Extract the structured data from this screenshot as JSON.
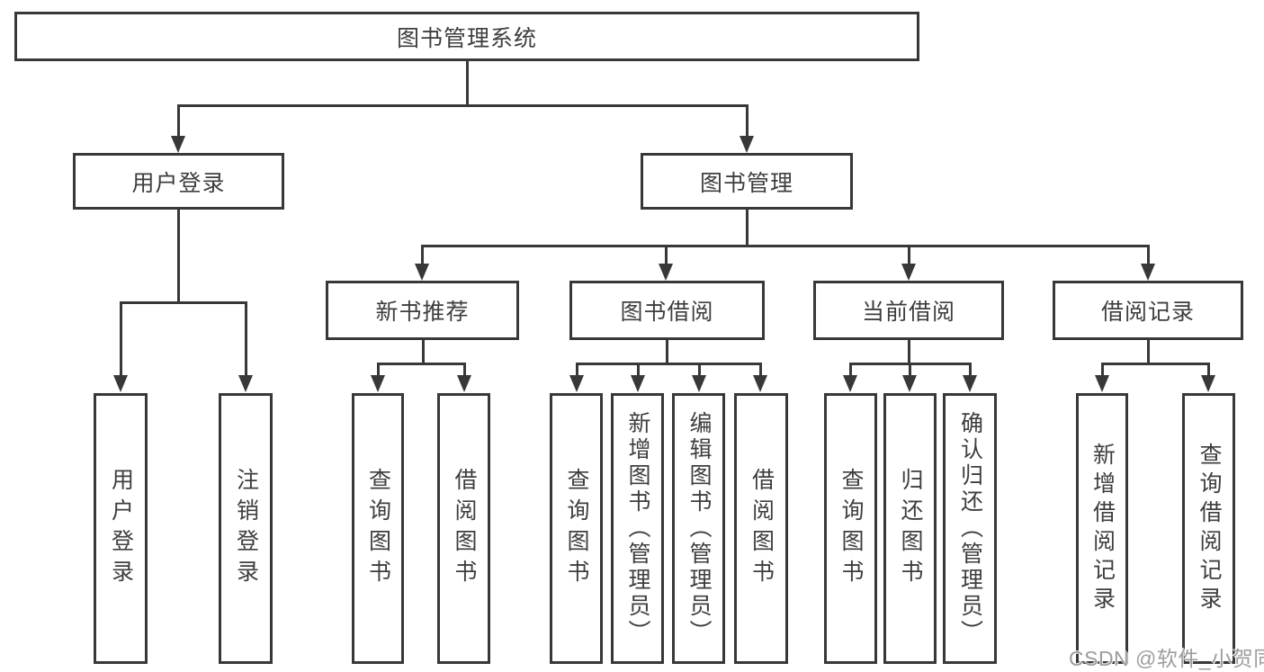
{
  "watermark": {
    "text": "CSDN @软件_小贺同学"
  },
  "colors": {
    "line": "#383838",
    "text": "#3e3e3e",
    "box_fill": "#ffffff",
    "background": "#ffffff",
    "watermark": "#9d9d9d"
  },
  "nodes": {
    "root": "图书管理系统",
    "user_login": "用户登录",
    "book_mgmt": "图书管理",
    "login": "用户登录",
    "logout": "注销登录",
    "new_book_rec": "新书推荐",
    "book_borrow": "图书借阅",
    "current_borrow": "当前借阅",
    "borrow_records": "借阅记录",
    "nb_query": "查询图书",
    "nb_borrow": "借阅图书",
    "bb_query": "查询图书",
    "bb_add": "新增图书（管理员）",
    "bb_edit": "编辑图书（管理员）",
    "bb_borrow": "借阅图书",
    "cb_query": "查询图书",
    "cb_return": "归还图书",
    "cb_confirm": "确认归还（管理员）",
    "br_add": "新增借阅记录",
    "br_query": "查询借阅记录"
  },
  "tree": {
    "label": "图书管理系统",
    "children": [
      {
        "label": "用户登录",
        "children": [
          {
            "label": "用户登录"
          },
          {
            "label": "注销登录"
          }
        ]
      },
      {
        "label": "图书管理",
        "children": [
          {
            "label": "新书推荐",
            "children": [
              {
                "label": "查询图书"
              },
              {
                "label": "借阅图书"
              }
            ]
          },
          {
            "label": "图书借阅",
            "children": [
              {
                "label": "查询图书"
              },
              {
                "label": "新增图书（管理员）"
              },
              {
                "label": "编辑图书（管理员）"
              },
              {
                "label": "借阅图书"
              }
            ]
          },
          {
            "label": "当前借阅",
            "children": [
              {
                "label": "查询图书"
              },
              {
                "label": "归还图书"
              },
              {
                "label": "确认归还（管理员）"
              }
            ]
          },
          {
            "label": "借阅记录",
            "children": [
              {
                "label": "新增借阅记录"
              },
              {
                "label": "查询借阅记录"
              }
            ]
          }
        ]
      }
    ]
  }
}
